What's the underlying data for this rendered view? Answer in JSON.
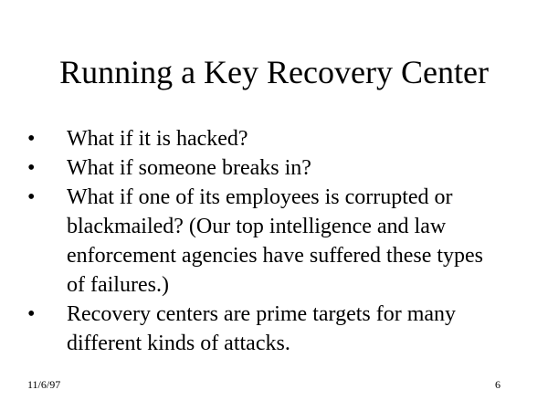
{
  "slide": {
    "title": "Running a Key Recovery Center",
    "bullets": [
      "What if it is hacked?",
      "What if someone breaks in?",
      "What if one of its employees is corrupted or blackmailed?  (Our top intelligence and law enforcement agencies have suffered these types of failures.)",
      "Recovery centers are prime targets for many different kinds of attacks."
    ],
    "bullet_glyph": "•",
    "date": "11/6/97",
    "page_number": "6"
  }
}
